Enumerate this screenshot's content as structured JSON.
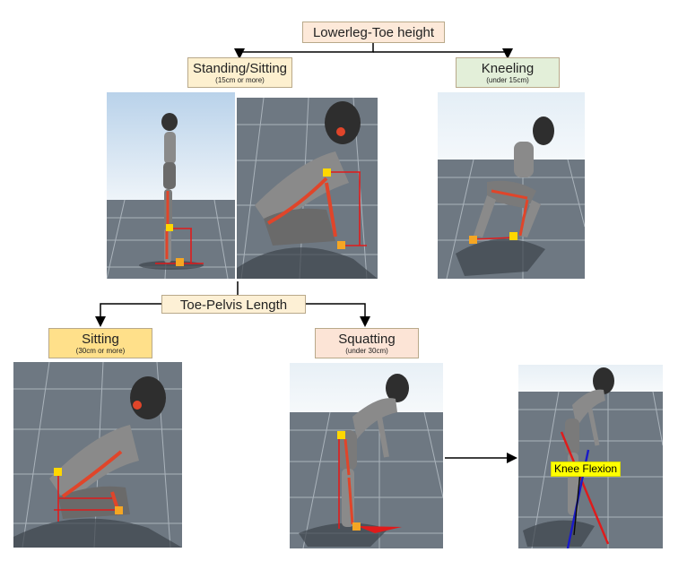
{
  "title": {
    "text": "Lowerleg-Toe height"
  },
  "branch_left": {
    "label": "Standing/Sitting",
    "sublabel": "(15cm or more)"
  },
  "branch_right": {
    "label": "Kneeling",
    "sublabel": "(under 15cm)"
  },
  "middle": {
    "text": "Toe-Pelvis Length"
  },
  "sitting": {
    "label": "Sitting",
    "sublabel": "(30cm or more)"
  },
  "squatting": {
    "label": "Squatting",
    "sublabel": "(under 30cm)"
  },
  "knee_flexion": {
    "label": "Knee Flexion"
  },
  "colors": {
    "title_fill": "#fde9d9",
    "standing_fill": "#fdf0cf",
    "kneeling_fill": "#e3efd9",
    "middle_fill": "#fdf0d5",
    "sitting_fill": "#ffe08a",
    "squatting_fill": "#fce4d6",
    "marker_red": "#e01b1b",
    "marker_yellow": "#ffd700",
    "marker_orange": "#f5a623",
    "floor": "#6e7882",
    "sky": "#e8f0f6"
  }
}
